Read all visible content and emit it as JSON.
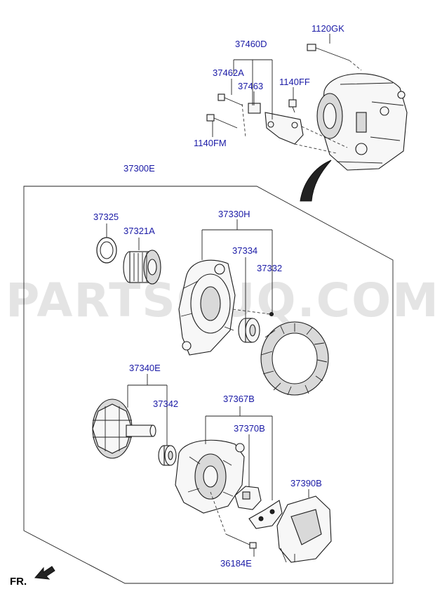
{
  "parts": {
    "p1120GK": "1120GK",
    "p37460D": "37460D",
    "p37462A": "37462A",
    "p37463": "37463",
    "p1140FF": "1140FF",
    "p1140FM": "1140FM",
    "p37300E": "37300E",
    "p37325": "37325",
    "p37321A": "37321A",
    "p37330H": "37330H",
    "p37334": "37334",
    "p37332": "37332",
    "p37340E": "37340E",
    "p37342": "37342",
    "p37367B": "37367B",
    "p37370B": "37370B",
    "p37390B": "37390B",
    "p36184E": "36184E"
  },
  "watermark": "PARTSOUQ.COM",
  "direction_label": "FR."
}
